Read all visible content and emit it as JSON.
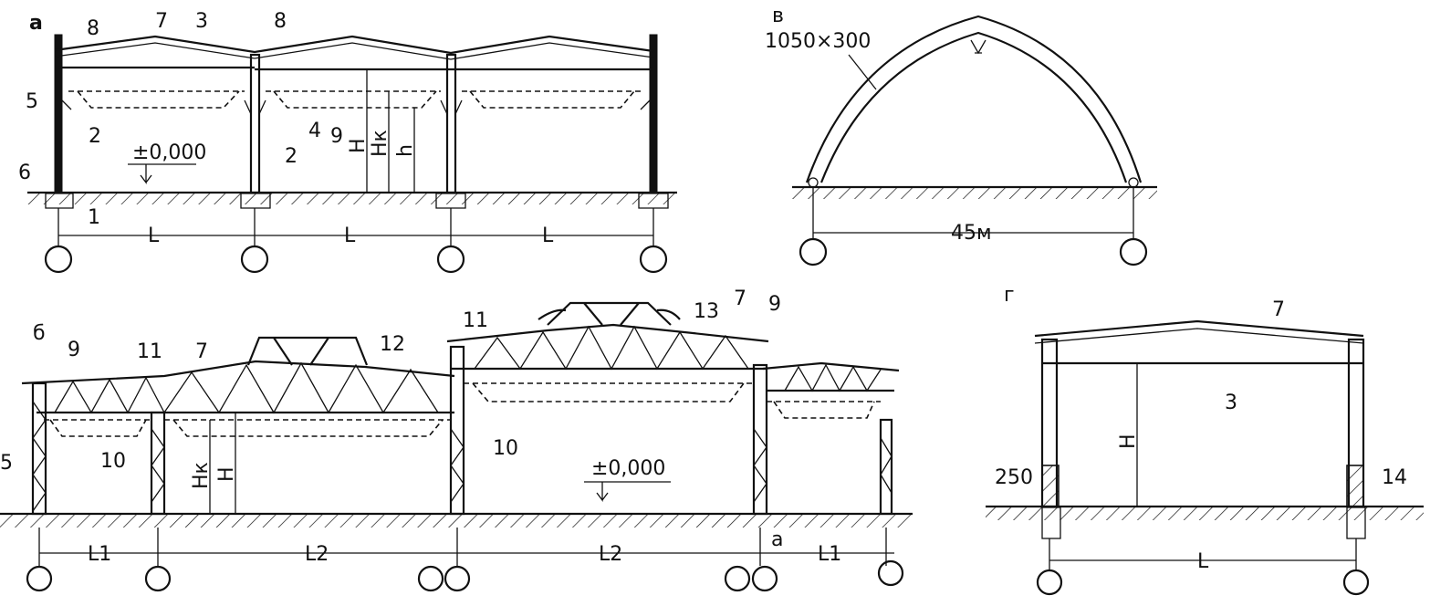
{
  "panel_a": {
    "letter": "а",
    "labels": {
      "n1": "1",
      "n2a": "2",
      "n2b": "2",
      "n3": "3",
      "n4": "4",
      "n5": "5",
      "n6": "6",
      "n7": "7",
      "n8a": "8",
      "n8b": "8",
      "n9": "9"
    },
    "height_labels": {
      "H": "H",
      "Hk": "Hк",
      "h": "h"
    },
    "zero_mark": "±0,000",
    "span_labels": [
      "L",
      "L",
      "L"
    ]
  },
  "panel_b": {
    "letter": "б",
    "labels": {
      "n5": "5",
      "n7a": "7",
      "n7b": "7",
      "n9a": "9",
      "n9b": "9",
      "n10a": "10",
      "n10b": "10",
      "n11a": "11",
      "n11b": "11",
      "n12": "12",
      "n13": "13",
      "a": "a"
    },
    "height_labels": {
      "Hk": "Hк",
      "H": "H"
    },
    "zero_mark": "±0,000",
    "span_labels": [
      "L1",
      "L2",
      "L2",
      "L1"
    ]
  },
  "panel_v": {
    "letter": "в",
    "section": "1050×300",
    "span": "45м"
  },
  "panel_g": {
    "letter": "г",
    "labels": {
      "n3": "3",
      "n7": "7",
      "n14": "14",
      "d250": "250"
    },
    "height_label": "H",
    "span_label": "L"
  }
}
